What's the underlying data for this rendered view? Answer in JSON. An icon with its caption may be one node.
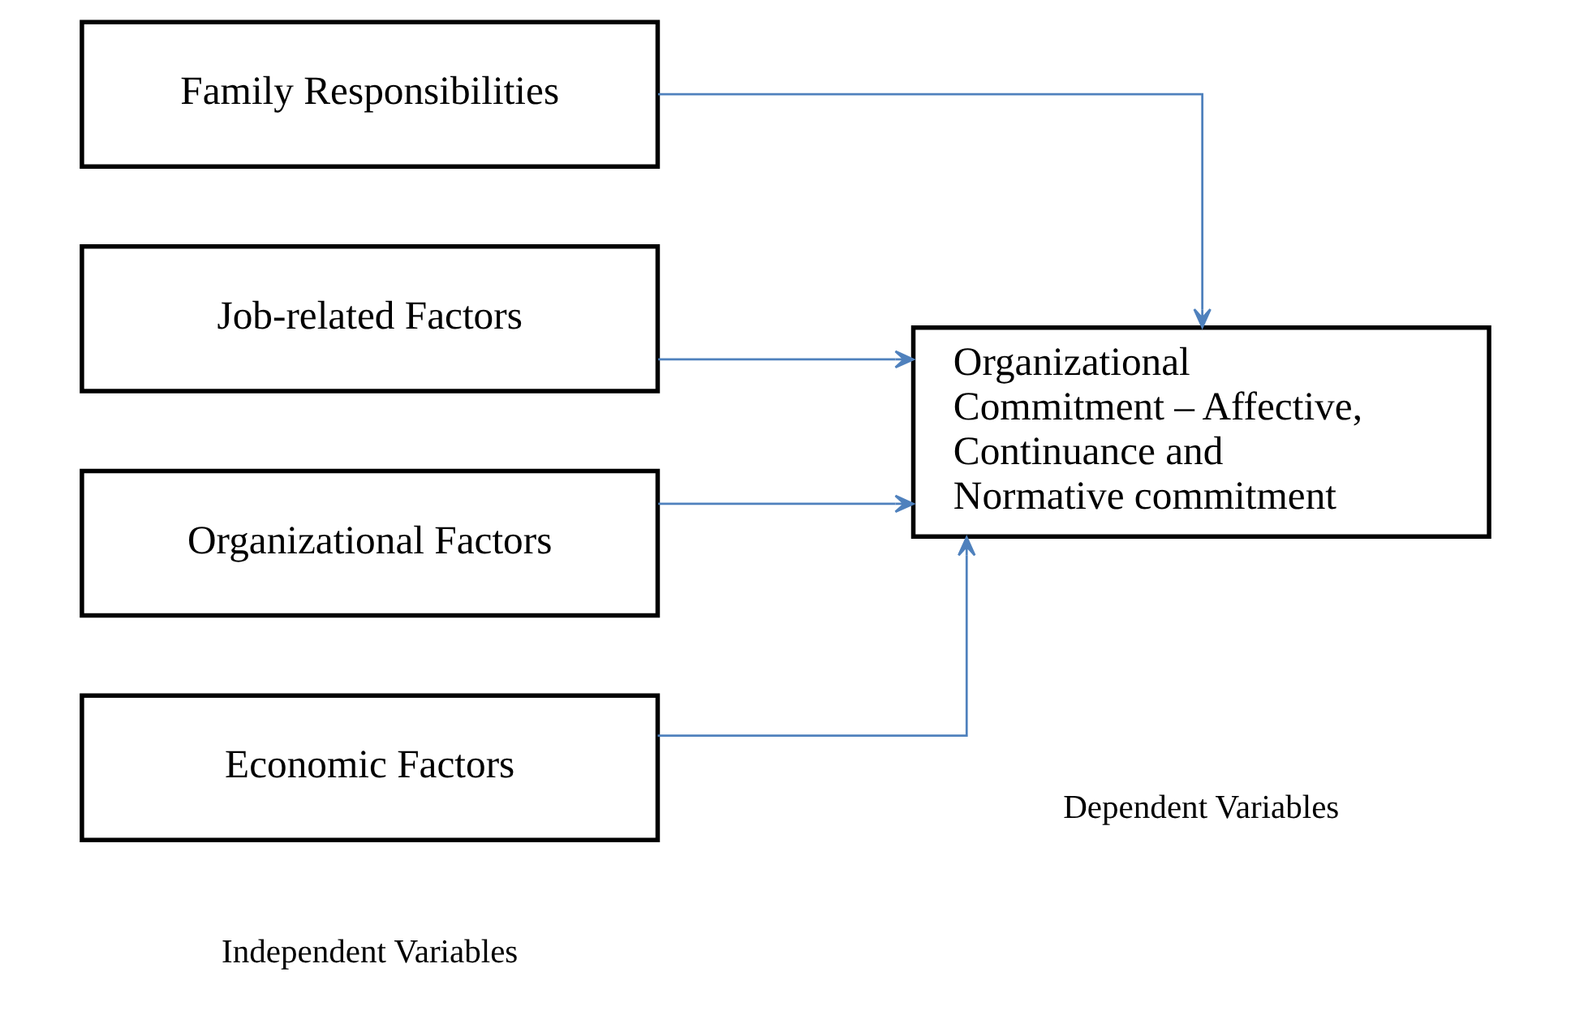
{
  "diagram": {
    "nodes": [
      {
        "text": [
          "Family Responsibilities"
        ]
      },
      {
        "text": [
          "Job-related Factors"
        ]
      },
      {
        "text": [
          "Organizational Factors"
        ]
      },
      {
        "text": [
          "Economic Factors"
        ]
      },
      {
        "text": [
          "Organizational Commitment – Affective, Continuance and Normative commitment"
        ]
      }
    ],
    "edges": [
      {
        "from": 0,
        "to": 4,
        "arrow": "to"
      },
      {
        "from": 1,
        "to": 4,
        "arrow": "to"
      },
      {
        "from": 2,
        "to": 4,
        "arrow": "to"
      },
      {
        "from": 3,
        "to": 4,
        "arrow": "to"
      }
    ],
    "labels": [
      "Independent Variables",
      "Dependent Variables"
    ]
  }
}
